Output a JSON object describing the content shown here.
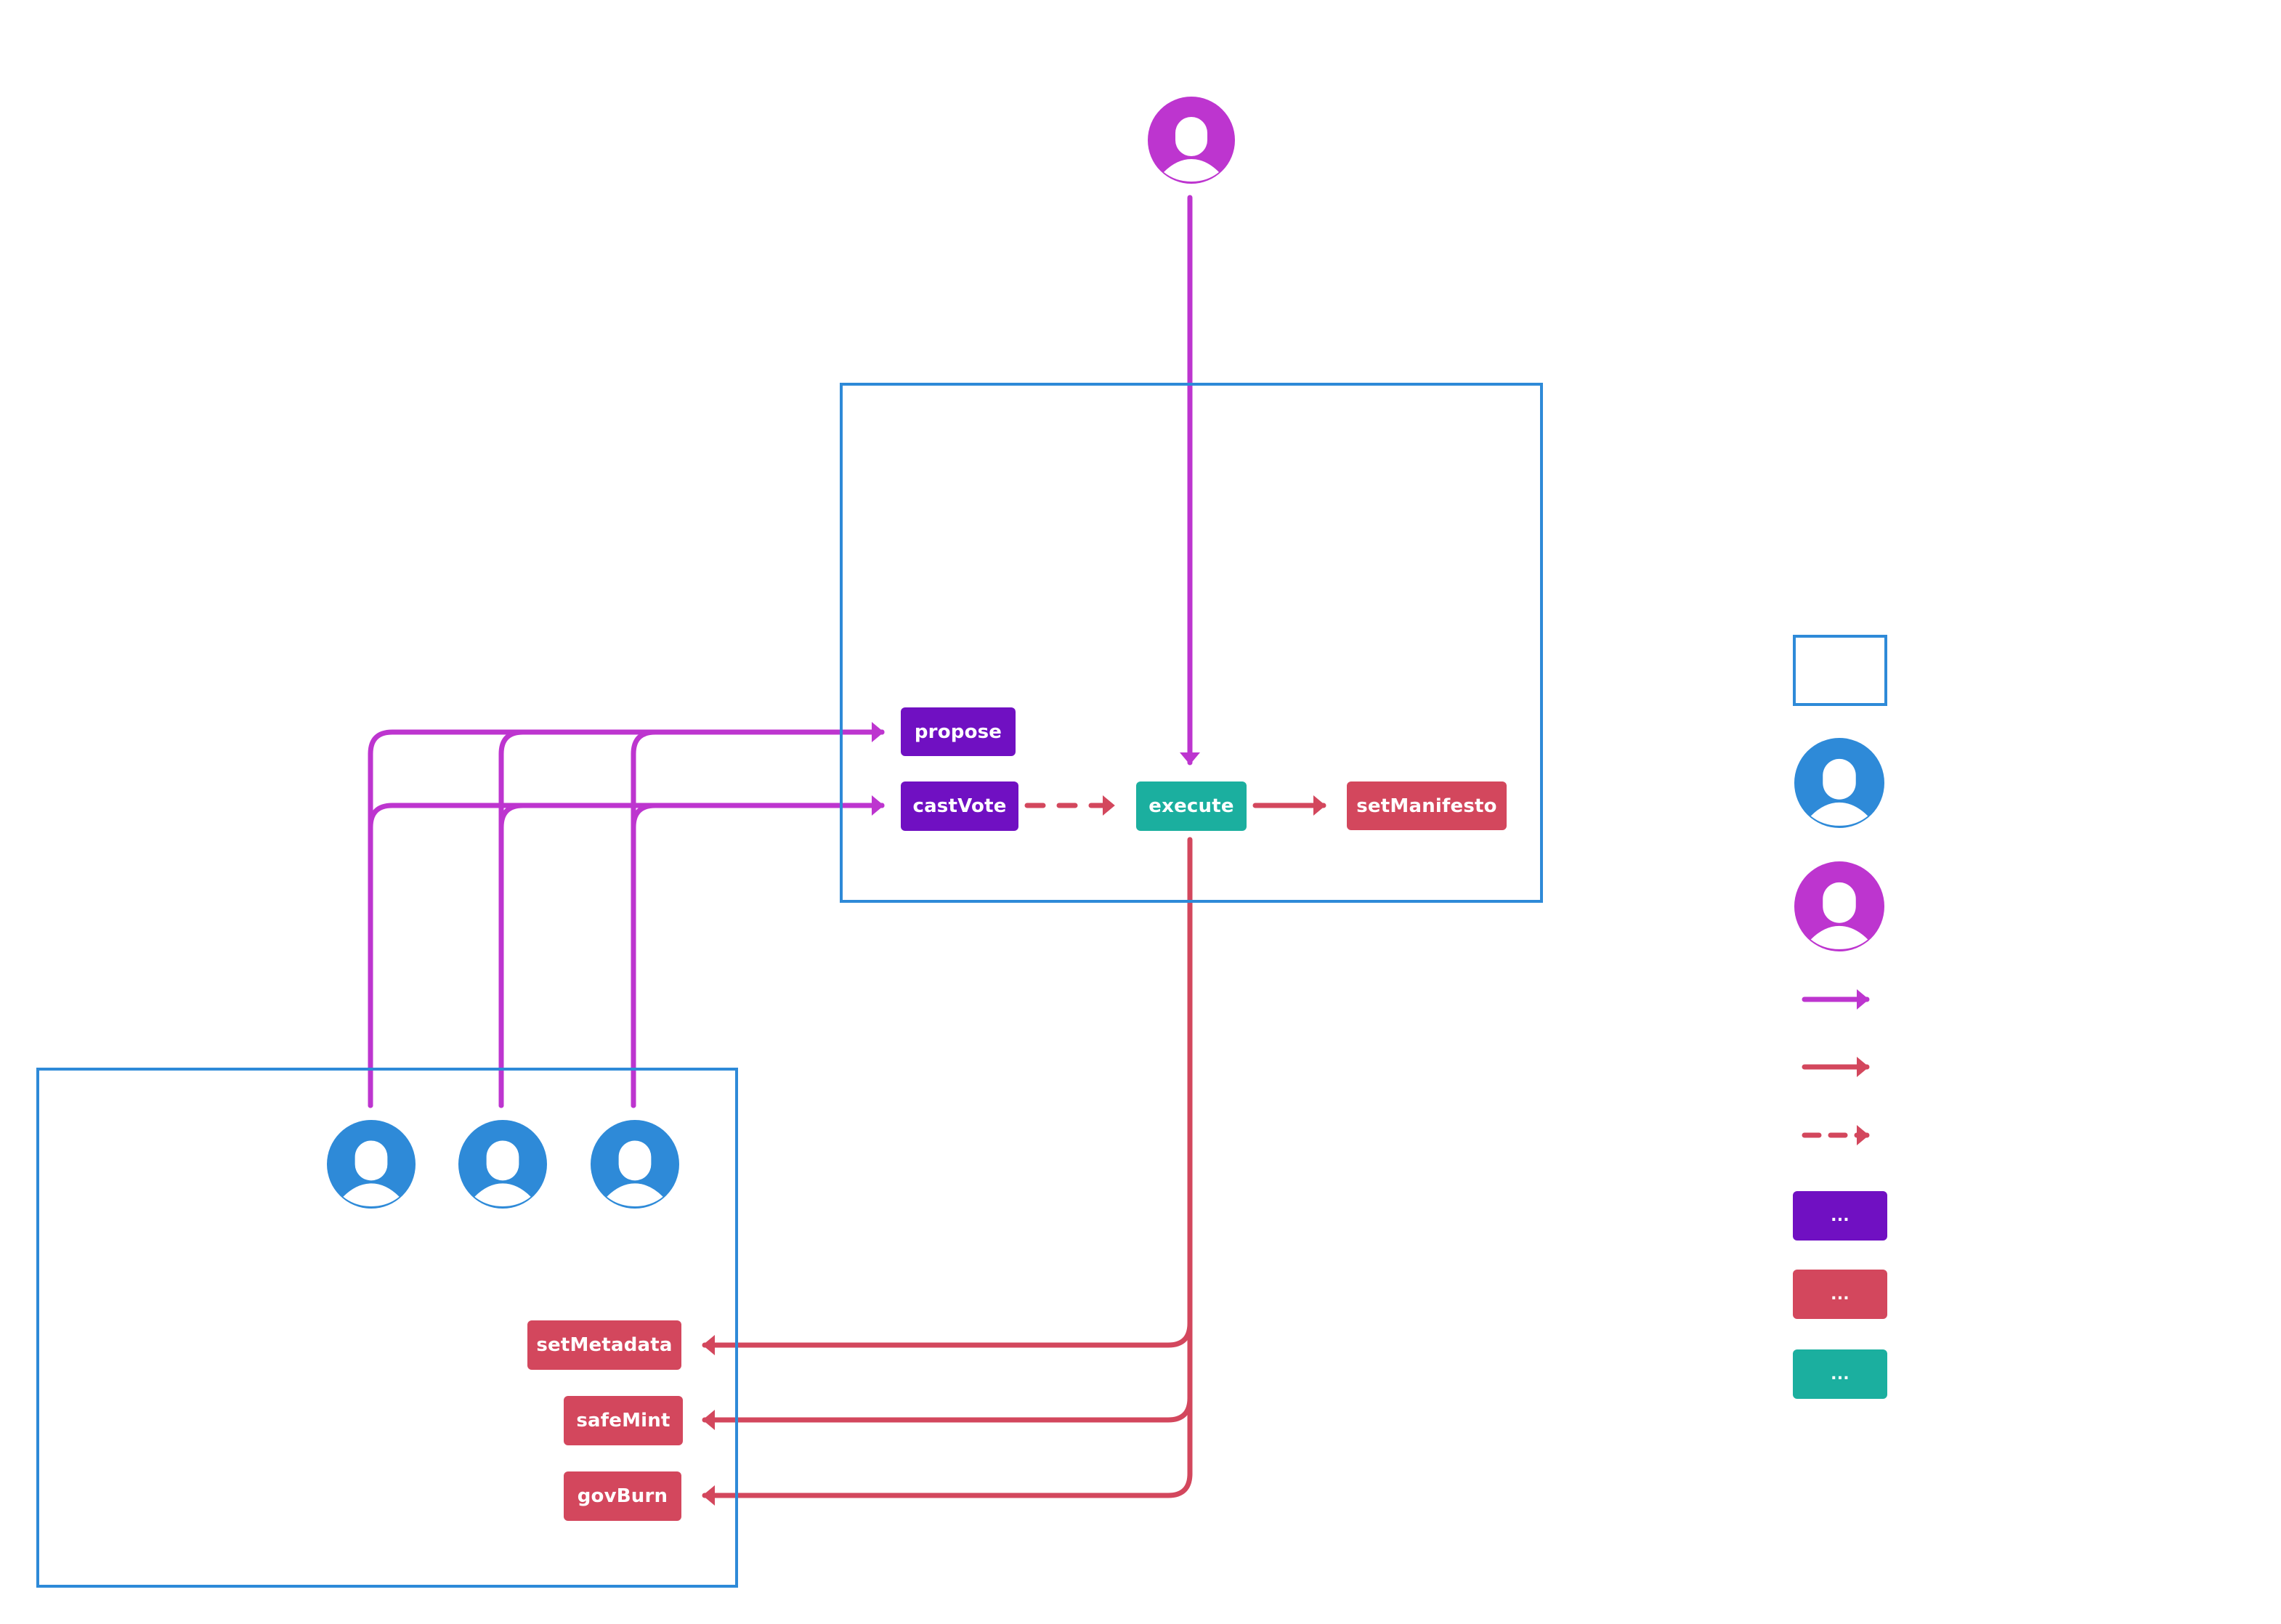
{
  "colors": {
    "container_border": "#2e8ad8",
    "member_user": "#2e8ad8",
    "admin_user": "#bd35cf",
    "user_call_arrow": "#bd35cf",
    "contract_call_arrow": "#d3475d",
    "public_function": "#7010c2",
    "restricted_function": "#d3475d",
    "governance_function": "#1baf9f"
  },
  "governor_contract": {
    "functions": {
      "propose": {
        "label": "propose",
        "kind": "public_function"
      },
      "castVote": {
        "label": "castVote",
        "kind": "public_function"
      },
      "execute": {
        "label": "execute",
        "kind": "governance_function"
      },
      "setManifesto": {
        "label": "setManifesto",
        "kind": "restricted_function"
      }
    }
  },
  "token_contract": {
    "members": [
      {
        "icon": "member-user-icon"
      },
      {
        "icon": "member-user-icon"
      },
      {
        "icon": "member-user-icon"
      }
    ],
    "functions": {
      "setMetadata": {
        "label": "setMetadata",
        "kind": "restricted_function"
      },
      "safeMint": {
        "label": "safeMint",
        "kind": "restricted_function"
      },
      "govBurn": {
        "label": "govBurn",
        "kind": "restricted_function"
      }
    }
  },
  "executor": {
    "icon": "admin-user-icon"
  },
  "edges": [
    {
      "from": "executor",
      "to": "execute",
      "style": "solid",
      "color": "user_call_arrow"
    },
    {
      "from": "member-1",
      "to": "propose",
      "style": "solid",
      "color": "user_call_arrow"
    },
    {
      "from": "member-2",
      "to": "propose",
      "style": "solid",
      "color": "user_call_arrow"
    },
    {
      "from": "member-3",
      "to": "propose",
      "style": "solid",
      "color": "user_call_arrow"
    },
    {
      "from": "member-1",
      "to": "castVote",
      "style": "solid",
      "color": "user_call_arrow"
    },
    {
      "from": "member-2",
      "to": "castVote",
      "style": "solid",
      "color": "user_call_arrow"
    },
    {
      "from": "member-3",
      "to": "castVote",
      "style": "solid",
      "color": "user_call_arrow"
    },
    {
      "from": "castVote",
      "to": "execute",
      "style": "dashed",
      "color": "contract_call_arrow"
    },
    {
      "from": "execute",
      "to": "setManifesto",
      "style": "solid",
      "color": "contract_call_arrow"
    },
    {
      "from": "execute",
      "to": "setMetadata",
      "style": "solid",
      "color": "contract_call_arrow"
    },
    {
      "from": "execute",
      "to": "safeMint",
      "style": "solid",
      "color": "contract_call_arrow"
    },
    {
      "from": "execute",
      "to": "govBurn",
      "style": "solid",
      "color": "contract_call_arrow"
    }
  ],
  "legend": {
    "items": [
      {
        "symbol": "container"
      },
      {
        "symbol": "member-user"
      },
      {
        "symbol": "admin-user"
      },
      {
        "symbol": "user-call-arrow"
      },
      {
        "symbol": "contract-call-arrow"
      },
      {
        "symbol": "conditional-call-arrow"
      },
      {
        "symbol": "public-function",
        "label": "..."
      },
      {
        "symbol": "restricted-function",
        "label": "..."
      },
      {
        "symbol": "governance-function",
        "label": "..."
      }
    ]
  }
}
